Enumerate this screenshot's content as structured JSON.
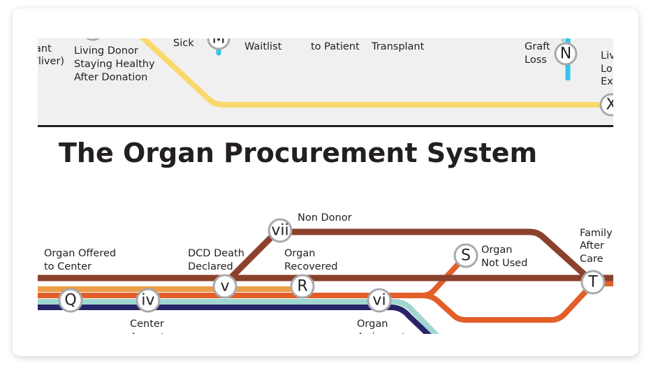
{
  "top_map": {
    "labels": {
      "partial_left_1": "ant",
      "partial_left_2": "/liver)",
      "living_donor_1": "Living Donor",
      "living_donor_2": "Staying Healthy",
      "living_donor_3": "After Donation",
      "sick": "Sick",
      "waitlist": "Waitlist",
      "to_patient": "to Patient",
      "transplant": "Transplant",
      "graft_1": "Graft",
      "graft_2": "Loss",
      "right_1": "Liv",
      "right_2": "Lo",
      "right_3": "Exp"
    },
    "stations": {
      "m": "M",
      "n": "N",
      "x": "X"
    }
  },
  "section_title": "The Organ Procurement System",
  "bottom_map": {
    "labels": {
      "offered_1": "Organ Offered",
      "offered_2": "to Center",
      "accepts_1": "Center",
      "accepts_2": "Accepts",
      "dcd_1": "DCD Death",
      "dcd_2": "Declared",
      "non_donor": "Non Donor",
      "recovered_1": "Organ",
      "recovered_2": "Recovered",
      "arrives_1": "Organ",
      "arrives_2": "Arrives at",
      "notused_1": "Organ",
      "notused_2": "Not Used",
      "family_1": "Family",
      "family_2": "After",
      "family_3": "Care"
    },
    "stations": {
      "q": "Q",
      "iv": "iv",
      "v": "v",
      "vii": "vii",
      "r": "R",
      "vi": "vi",
      "s": "S",
      "t": "T"
    }
  },
  "colors": {
    "yellow": "#f9d96c",
    "blue": "#35c2ef",
    "brown": "#8b412c",
    "light_orange": "#ed9c47",
    "orange": "#e35f2a",
    "teal": "#9fd6d0",
    "navy": "#27246a",
    "panel": "#f0f0f0"
  }
}
